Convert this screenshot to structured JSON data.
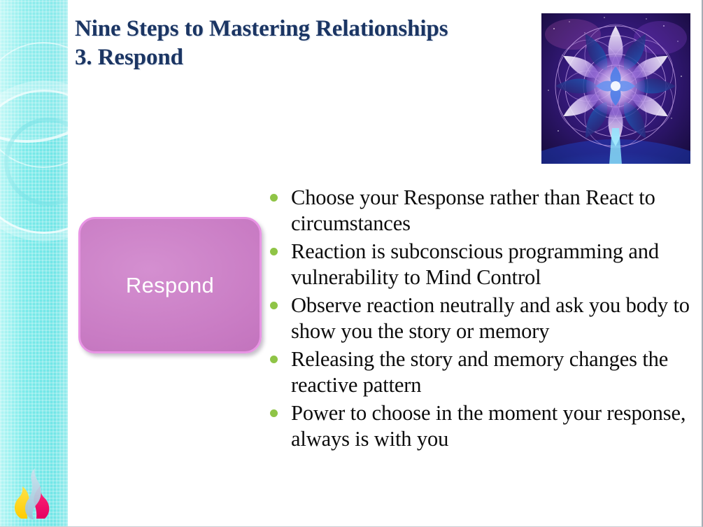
{
  "slide": {
    "title_line1": "Nine Steps to Mastering Relationships",
    "title_line2": "3. Respond",
    "title_color": "#1b3563",
    "background_color": "#ffffff"
  },
  "sidebar": {
    "accent_color": "#75e8e8",
    "texture": "dotted-grid",
    "decorations": [
      "large-circle-outline",
      "concentric-rings"
    ],
    "logo": {
      "name": "triple-flame-logo",
      "colors": [
        "#ffd400",
        "#a8cbe0",
        "#f5006e"
      ]
    }
  },
  "media": {
    "mandala": {
      "name": "cosmic-mandala-image",
      "alt": "Cosmic mandala flower of life with purple, blue and pink petals on a starfield",
      "palette": [
        "#2a1566",
        "#6b3fbf",
        "#c9a6f0",
        "#ffffff",
        "#1a3ea8",
        "#e86bb0"
      ]
    }
  },
  "callout": {
    "label": "Respond",
    "fill_color": "#c97cc4",
    "border_color": "#e894e4",
    "text_color": "#ffffff"
  },
  "content": {
    "bullet_color": "#8fc446",
    "bullets": [
      "Choose your Response rather than React to circumstances",
      "Reaction is subconscious programming and vulnerability to Mind Control",
      "Observe reaction neutrally and ask you body to show you the story or memory",
      "Releasing the story and memory changes the reactive pattern",
      "Power to choose in the moment your response, always is with you"
    ]
  }
}
